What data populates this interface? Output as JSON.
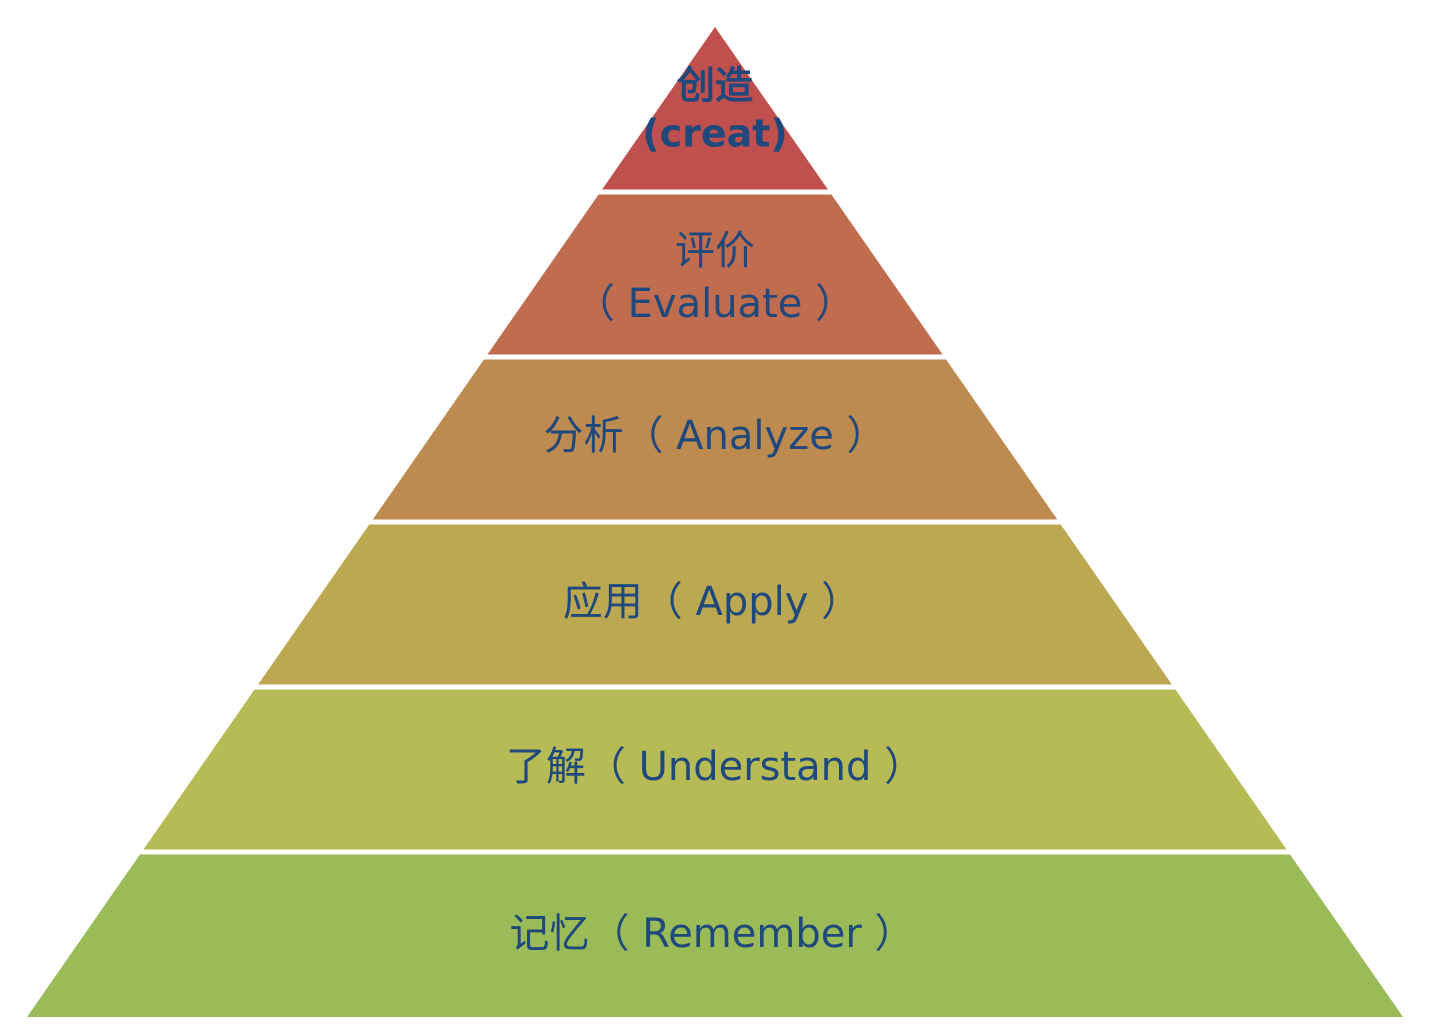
{
  "title": "Bloom's taxonomy pyramid",
  "text_color": "#1F497D",
  "layers": [
    {
      "line1": "创造",
      "line2": "(creat)",
      "color": "#C0504D"
    },
    {
      "line1": "评价",
      "line2": "（ Evaluate ）",
      "color": "#BF6C4F"
    },
    {
      "label": "分析（ Analyze ）",
      "color": "#BD8B50"
    },
    {
      "label": "应用（ Apply ）",
      "color": "#BDA852"
    },
    {
      "label": "了解（ Understand ）",
      "color": "#B7BB56"
    },
    {
      "label": "记忆（ Remember ）",
      "color": "#9BBB59"
    }
  ]
}
